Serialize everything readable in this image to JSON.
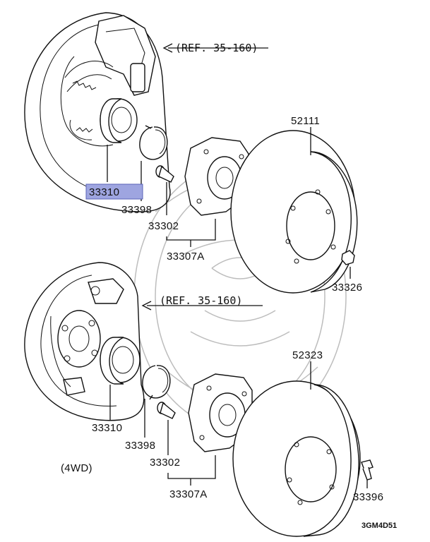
{
  "references": {
    "top": "(REF. 35-160)",
    "bottom": "(REF. 35-160)"
  },
  "labels": {
    "disc_52111": "52111",
    "bearing_top": "33310",
    "snap_ring_top": "33398",
    "bolt_top": "33302",
    "hub_top": "33307A",
    "nut_33326": "33326",
    "drum_52323": "52323",
    "bearing_bottom": "33310",
    "snap_ring_bottom": "33398",
    "bolt_bottom": "33302",
    "hub_bottom": "33307A",
    "screw_33396": "33396",
    "variant_4wd": "(4WD)"
  },
  "figure_code": "3GM4D51",
  "highlight_color": "#9ea5e0"
}
